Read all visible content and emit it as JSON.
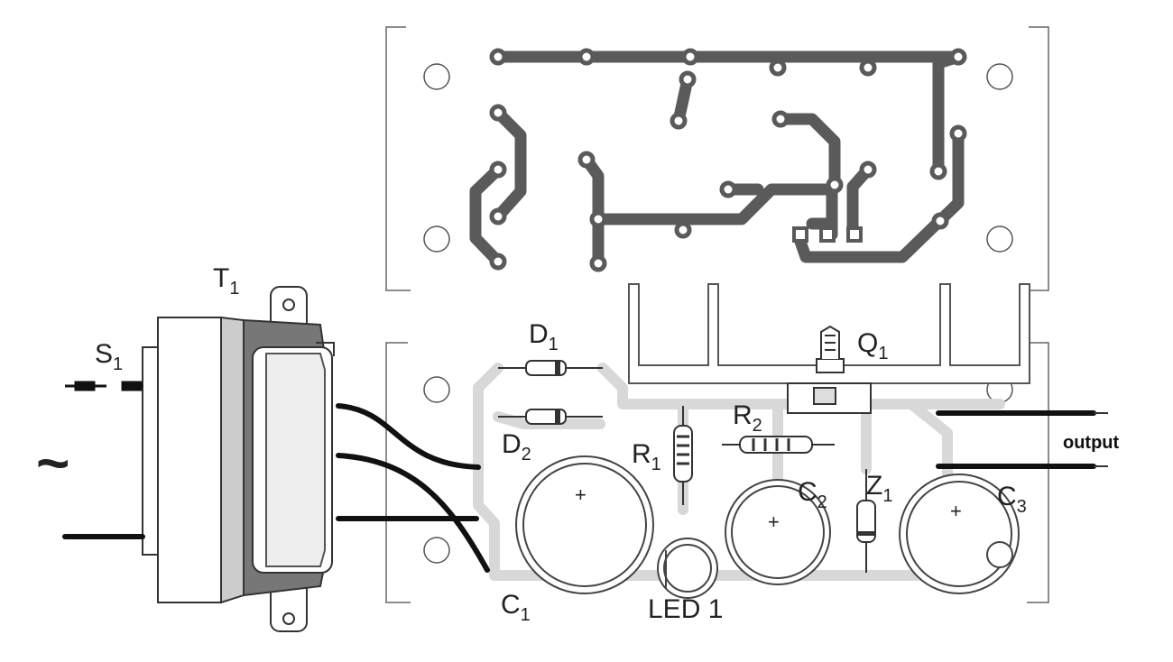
{
  "labels": {
    "t1_main": "T",
    "t1_sub": "1",
    "s1_main": "S",
    "s1_sub": "1",
    "d1_main": "D",
    "d1_sub": "1",
    "d2_main": "D",
    "d2_sub": "2",
    "q1_main": "Q",
    "q1_sub": "1",
    "r1_main": "R",
    "r1_sub": "1",
    "r2_main": "R",
    "r2_sub": "2",
    "c1_main": "C",
    "c1_sub": "1",
    "c2_main": "C",
    "c2_sub": "2",
    "c3_main": "C",
    "c3_sub": "3",
    "z1_main": "Z",
    "z1_sub": "1",
    "led1": "LED 1",
    "output": "output",
    "ac_symbol": "~",
    "plus_c1": "+",
    "plus_c2": "+",
    "plus_c3": "+"
  },
  "colors": {
    "trace": "#5a5a5a",
    "ghost_trace": "#d8d8d8",
    "wire": "#111111",
    "outline": "#333333"
  }
}
